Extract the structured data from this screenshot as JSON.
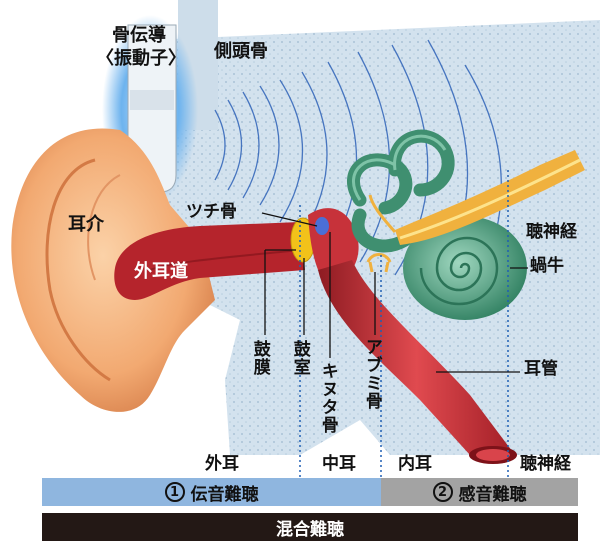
{
  "labels": {
    "bone_conduction_line1": "骨伝導",
    "bone_conduction_line2": "〈振動子〉",
    "temporal_bone": "側頭骨",
    "pinna": "耳介",
    "malleus": "ツチ骨",
    "external_canal": "外耳道",
    "auditory_nerve_right": "聴神経",
    "cochlea": "蝸牛",
    "stapes": "アブミ骨",
    "eardrum": "鼓膜",
    "tympanic_cavity": "鼓室",
    "incus": "キヌタ骨",
    "eustachian_tube": "耳管"
  },
  "regions": {
    "outer_ear": "外耳",
    "middle_ear": "中耳",
    "inner_ear": "内耳",
    "auditory_nerve": "聴神経"
  },
  "bars": {
    "conductive": {
      "number": "1",
      "label": "伝音難聴"
    },
    "sensorineural": {
      "number": "2",
      "label": "感音難聴"
    },
    "mixed": "混合難聴"
  },
  "colors": {
    "conductive_bar": "#8fb6df",
    "sensorineural_bar": "#a3a3a3",
    "mixed_bar": "#231815",
    "skin": "#f2a971",
    "bone": "#c9dcea",
    "canal": "#b5242c",
    "eardrum": "#f2c21a",
    "cochlea": "#4a9d7d",
    "nerve": "#f0b13e",
    "tube": "#c42a33",
    "vibrator_glow": "#5aa7e6",
    "wave": "#2f63b8"
  }
}
